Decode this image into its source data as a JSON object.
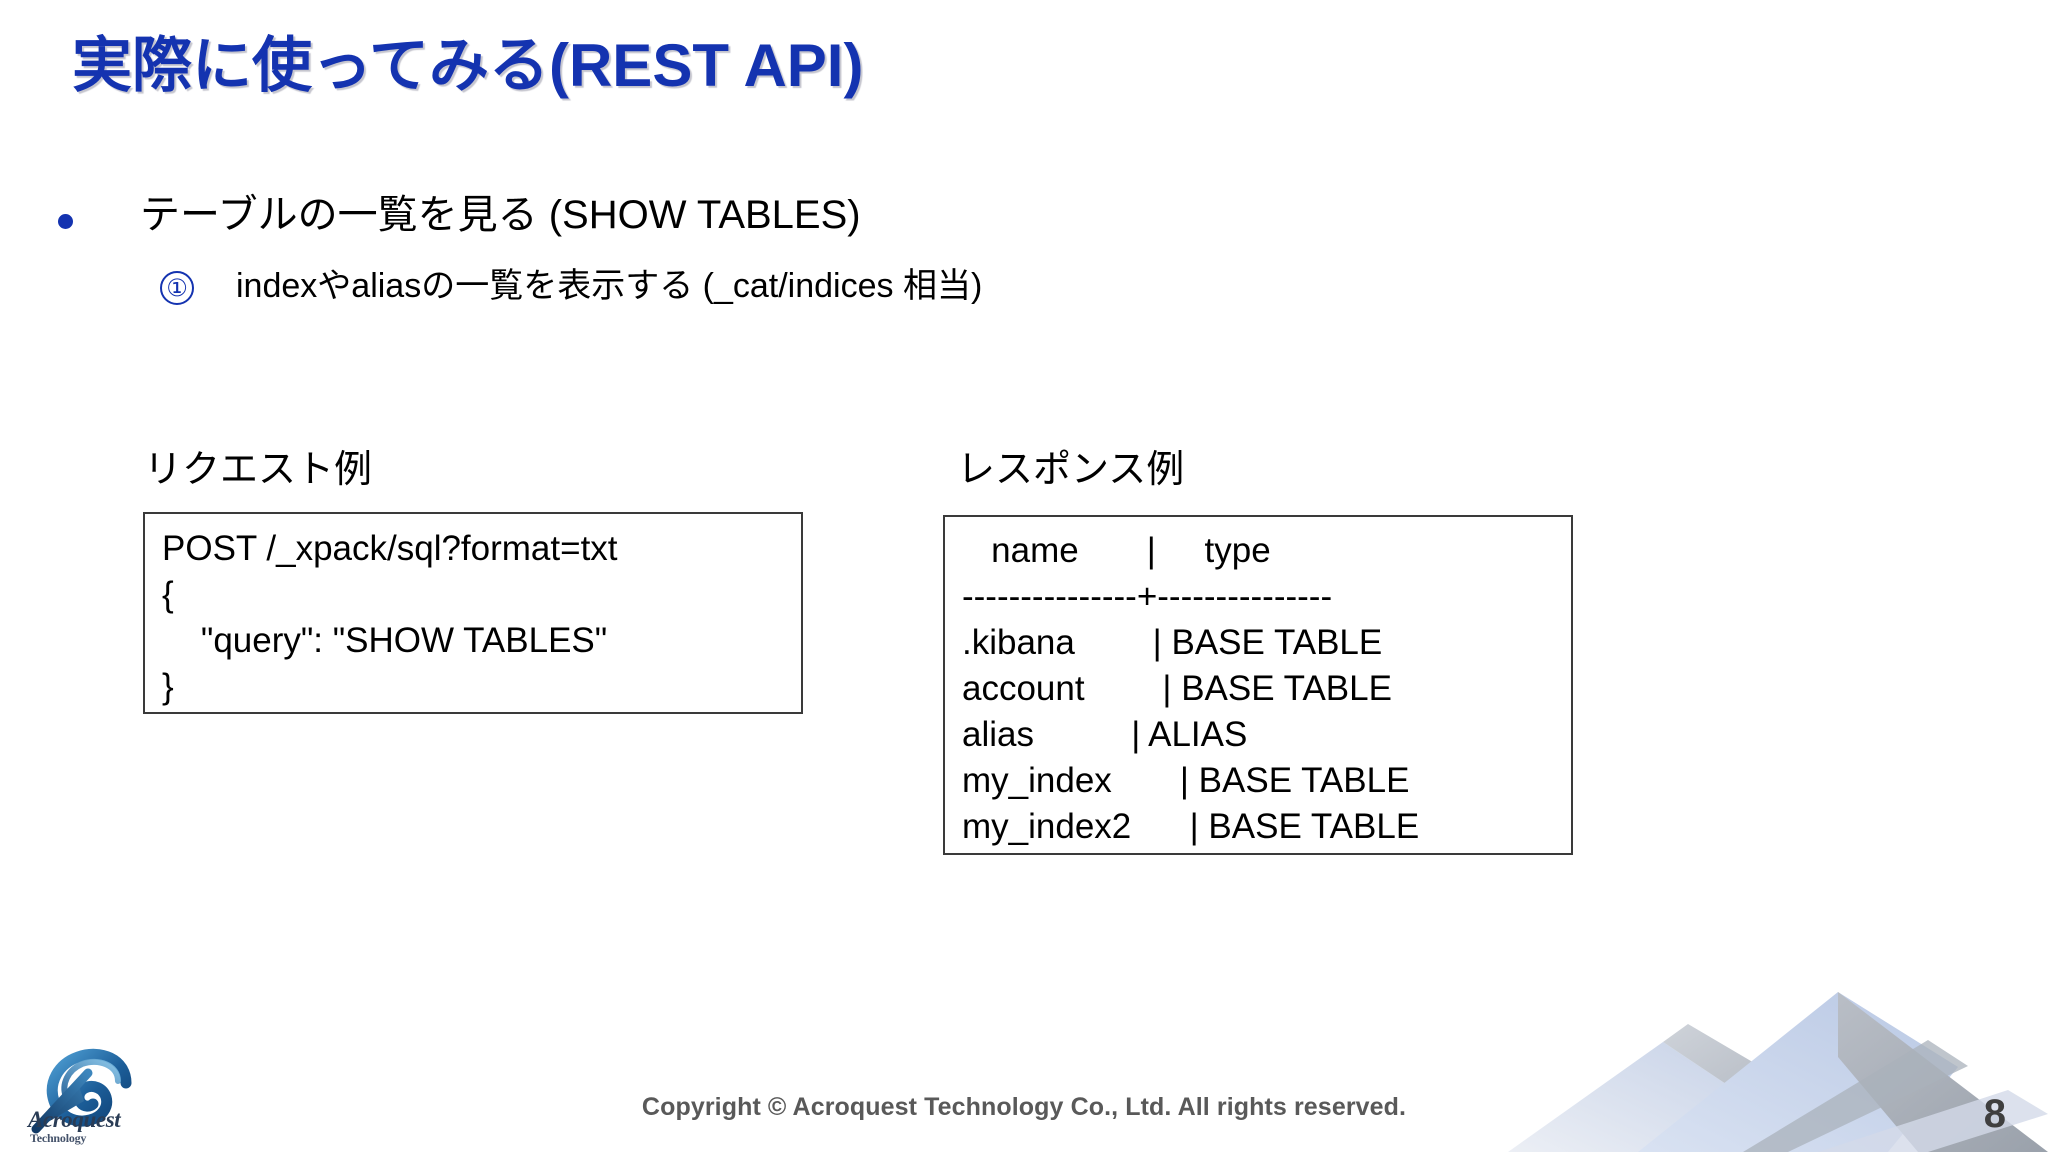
{
  "slide": {
    "title": "実際に使ってみる(REST API)",
    "title_color": "#1433B0",
    "page_number": "8"
  },
  "bullets": {
    "level1": {
      "marker": "bullet-dot",
      "text": "テーブルの一覧を見る (SHOW TABLES)"
    },
    "level2": {
      "marker": "①",
      "text": "indexやaliasの一覧を表示する (_cat/indices 相当)"
    }
  },
  "request": {
    "caption": "リクエスト例",
    "code": "POST /_xpack/sql?format=txt\n{\n    \"query\": \"SHOW TABLES\"\n}"
  },
  "response": {
    "caption": "レスポンス例",
    "code": "   name       |     type\n---------------+---------------\n.kibana        | BASE TABLE\naccount        | BASE TABLE\nalias          | ALIAS\nmy_index       | BASE TABLE\nmy_index2      | BASE TABLE",
    "table": {
      "columns": [
        "name",
        "type"
      ],
      "rows": [
        [
          ".kibana",
          "BASE TABLE"
        ],
        [
          "account",
          "BASE TABLE"
        ],
        [
          "alias",
          "ALIAS"
        ],
        [
          "my_index",
          "BASE TABLE"
        ],
        [
          "my_index2",
          "BASE TABLE"
        ]
      ]
    }
  },
  "footer": {
    "copyright": "Copyright © Acroquest Technology Co., Ltd. All rights reserved.",
    "logo_name": "Acroquest",
    "logo_subname": "Technology"
  }
}
